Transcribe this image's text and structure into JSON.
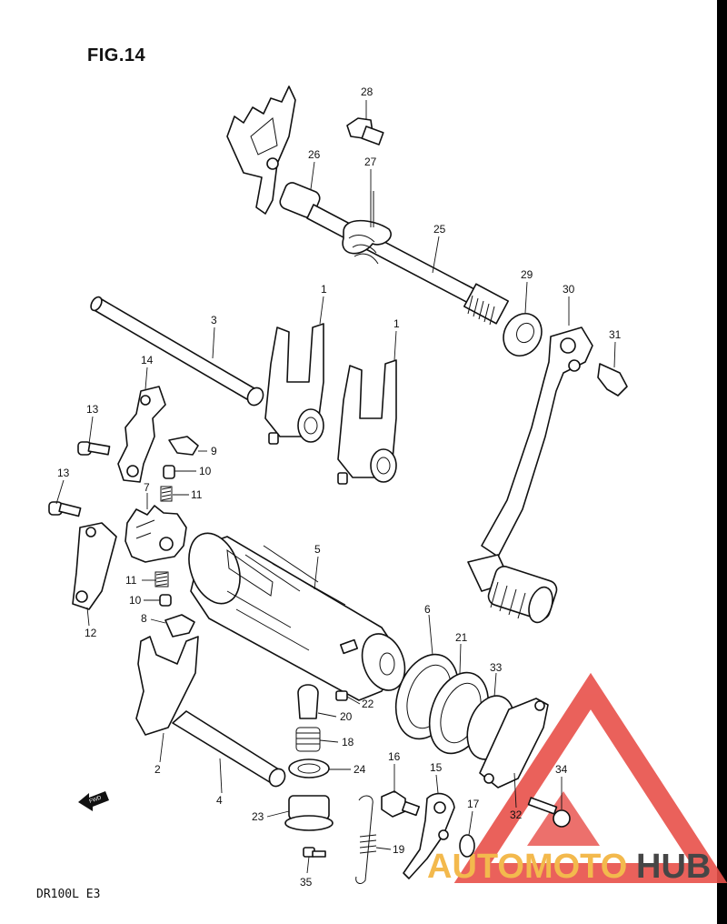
{
  "figure_title": "FIG.14",
  "model_code": "DR100L E3",
  "fwd_label": "FWD",
  "watermark": {
    "text_part1": "AUTOMOTO",
    "text_part2": "HUB",
    "color_primary": "#e8504a",
    "color_accent": "#f2b23a",
    "color_dark": "#333333"
  },
  "callouts": {
    "c1a": "1",
    "c1b": "1",
    "c2": "2",
    "c3": "3",
    "c4": "4",
    "c5": "5",
    "c6": "6",
    "c7": "7",
    "c8": "8",
    "c9": "9",
    "c10a": "10",
    "c10b": "10",
    "c11a": "11",
    "c11b": "11",
    "c12": "12",
    "c13a": "13",
    "c13b": "13",
    "c14": "14",
    "c15": "15",
    "c16": "16",
    "c17": "17",
    "c18": "18",
    "c19": "19",
    "c20": "20",
    "c21": "21",
    "c22": "22",
    "c23": "23",
    "c24": "24",
    "c25": "25",
    "c26": "26",
    "c27": "27",
    "c28": "28",
    "c29": "29",
    "c30": "30",
    "c31": "31",
    "c32": "32",
    "c33": "33",
    "c34": "34",
    "c35": "35"
  }
}
